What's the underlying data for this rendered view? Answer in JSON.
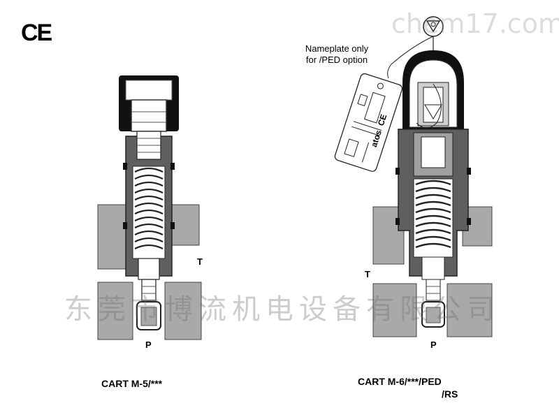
{
  "ce_mark": "CE",
  "watermark_top": "chem17.com",
  "watermark_center": "东莞市博流机电设备有限公司",
  "left_valve": {
    "port_t": "T",
    "port_p": "P",
    "caption": "CART  M-5/***"
  },
  "right_valve": {
    "port_t": "T",
    "port_p": "P",
    "caption_line1": "CART  M-6/***/PED",
    "caption_line2": "/RS",
    "note_line1": "Nameplate only",
    "note_line2": "for /PED option",
    "tag_brand": "atos",
    "tag_ce": "CE"
  }
}
